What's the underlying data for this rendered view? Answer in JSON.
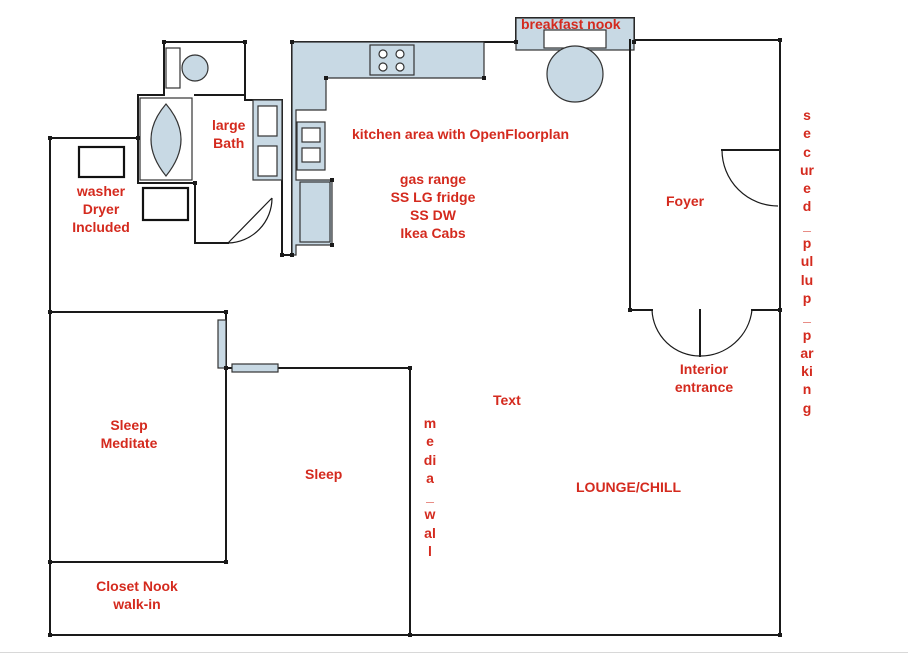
{
  "labels": {
    "breakfast_nook": "breakfast nook",
    "large_bath_line1": "large",
    "large_bath_line2": "Bath",
    "kitchen": "kitchen area with OpenFloorplan",
    "appliances": [
      "gas range",
      "SS LG fridge",
      "SS DW",
      "Ikea Cabs"
    ],
    "washer_dryer": [
      "washer",
      "Dryer",
      "Included"
    ],
    "foyer": "Foyer",
    "secured_parking": "secured_pullup_parking",
    "interior_entrance": [
      "Interior",
      "entrance"
    ],
    "text": "Text",
    "sleep_meditate": [
      "Sleep",
      "Meditate"
    ],
    "sleep": "Sleep",
    "media_wall": "media_wall",
    "lounge": "LOUNGE/CHILL",
    "closet_nook": [
      "Closet Nook",
      "walk-in"
    ]
  },
  "colors": {
    "label_red": "#d42a1e",
    "fixture_blue": "#c8d9e4",
    "wall": "#1a1a1a"
  }
}
